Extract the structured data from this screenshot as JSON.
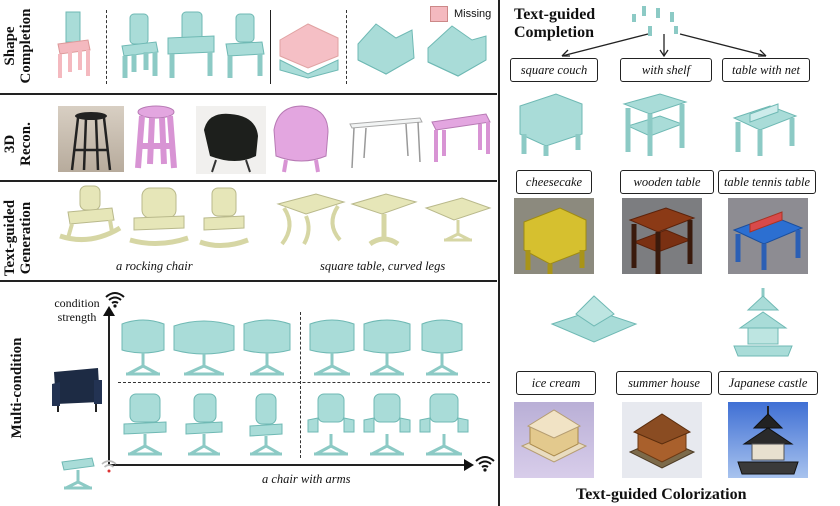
{
  "left": {
    "rows": [
      {
        "label_line1": "Shape",
        "label_line2": "Completion"
      },
      {
        "label_line1": "3D",
        "label_line2": "Recon."
      },
      {
        "label_line1": "Text-guided",
        "label_line2": "Generation"
      },
      {
        "label_line1": "Multi-condition",
        "label_line2": ""
      }
    ],
    "legend_missing": "Missing",
    "generation_captions": [
      "a rocking chair",
      "square table, curved legs"
    ],
    "multi": {
      "y_axis_label_line1": "condition",
      "y_axis_label_line2": "strength",
      "x_axis_label": "a chair with arms"
    }
  },
  "right": {
    "title_line1": "Text-guided",
    "title_line2": "Completion",
    "completion_prompts": [
      "square couch",
      "with shelf",
      "table with net"
    ],
    "color_prompts_row1": [
      "cheesecake",
      "wooden table",
      "table tennis table"
    ],
    "color_prompts_row2": [
      "ice cream",
      "summer house",
      "Japanese castle"
    ],
    "bottom_title": "Text-guided Colorization"
  },
  "colors": {
    "shape_teal": "#a9dcd8",
    "shape_teal_dark": "#6fb9b4",
    "missing_pink": "#f4b9bf",
    "recon_pink": "#e3a6e0",
    "gen_yellow": "#e6e6b8",
    "divider": "#222222"
  }
}
